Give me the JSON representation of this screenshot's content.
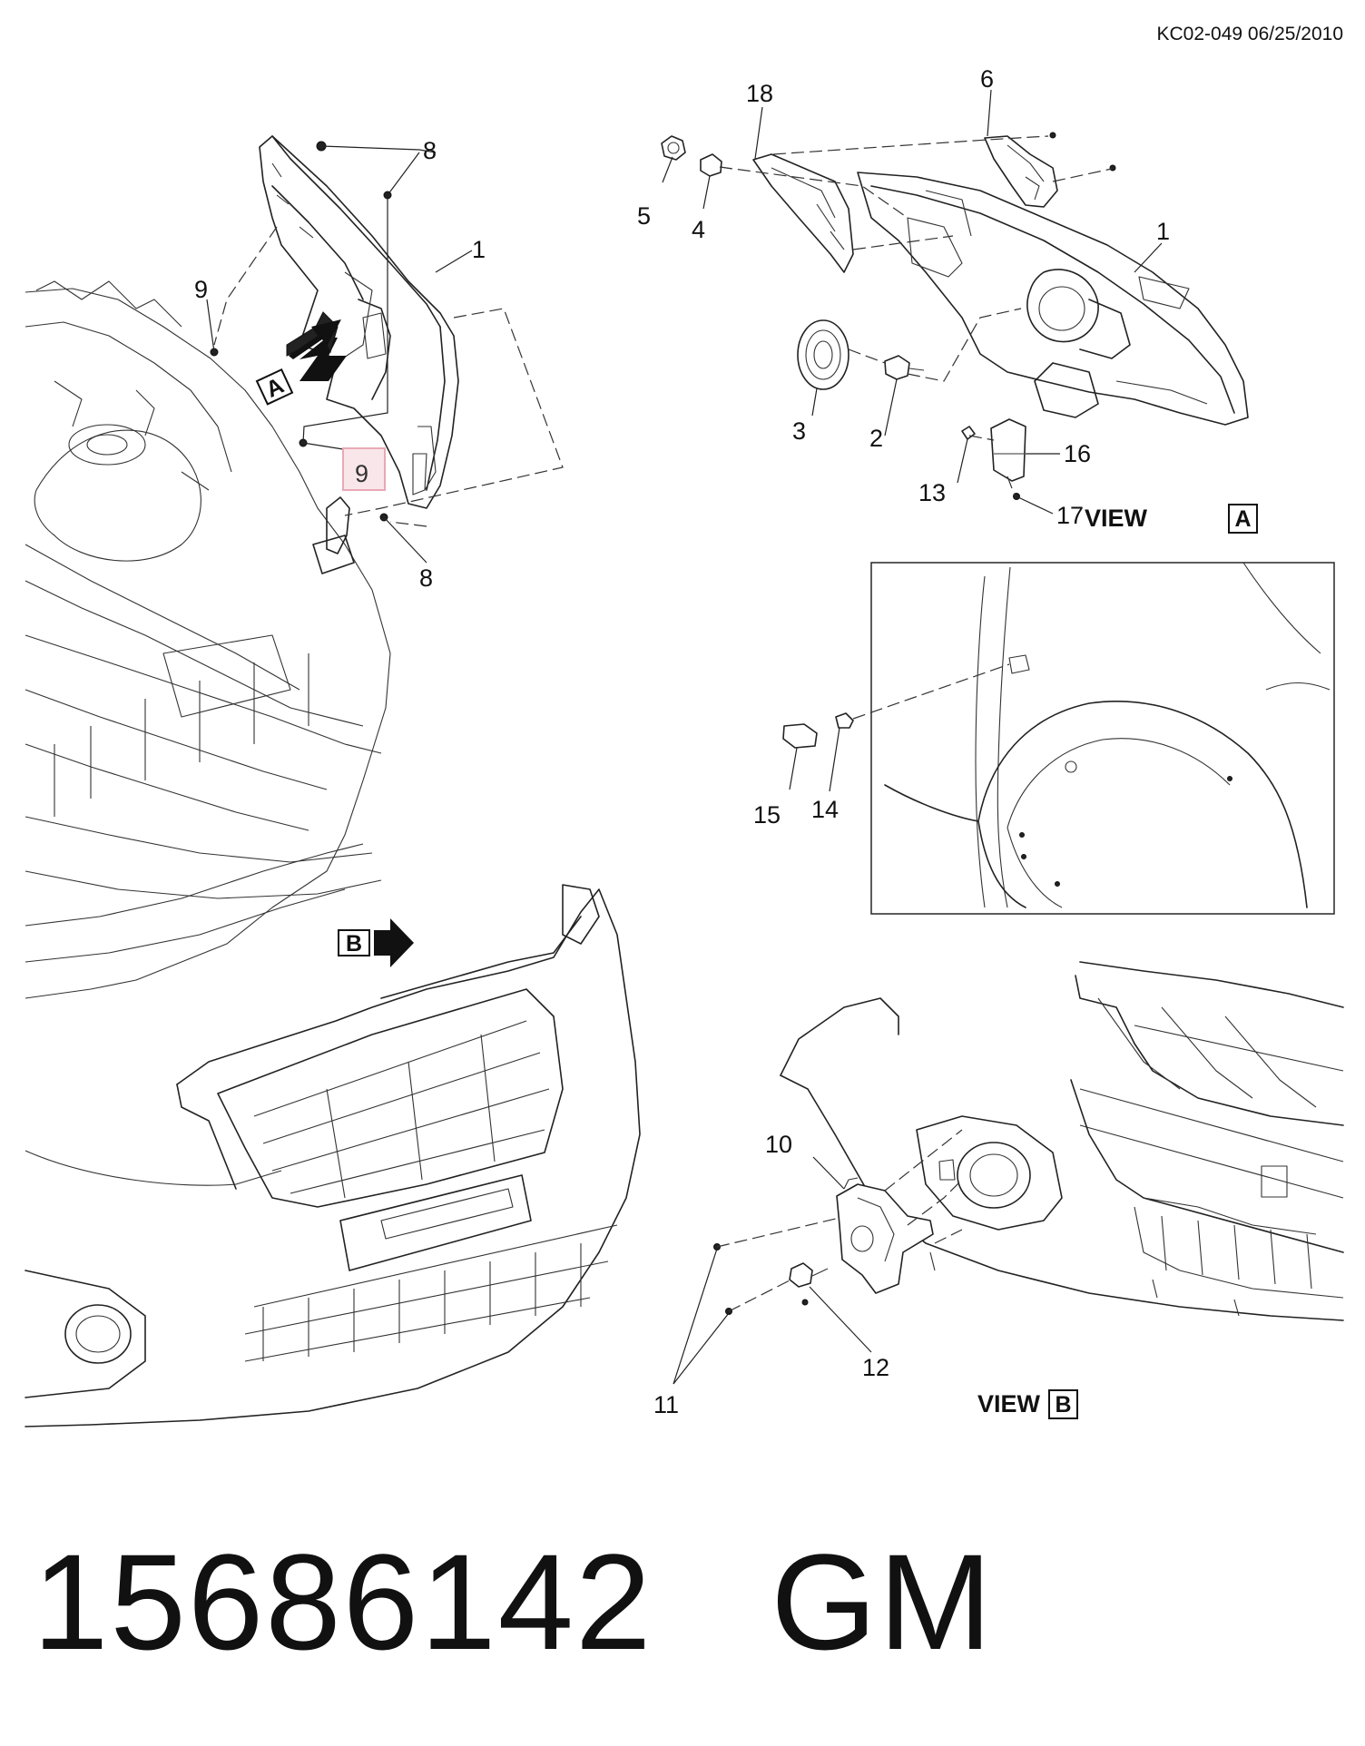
{
  "reference": "KC02-049 06/25/2010",
  "footer": {
    "part_number": "15686142",
    "brand": "GM"
  },
  "views": {
    "view_a": {
      "word": "VIEW",
      "letter": "A"
    },
    "view_b": {
      "word": "VIEW",
      "letter": "B"
    }
  },
  "arrows": {
    "a": "A",
    "b": "B"
  },
  "callouts": {
    "main_8_top": "8",
    "main_1": "1",
    "main_9_left": "9",
    "main_9_highlight": "9",
    "main_8_bottom": "8",
    "a_18": "18",
    "a_6": "6",
    "a_5": "5",
    "a_4": "4",
    "a_1": "1",
    "a_3": "3",
    "a_2": "2",
    "a_16": "16",
    "a_13": "13",
    "a_17": "17",
    "detail_15": "15",
    "detail_14": "14",
    "b_10": "10",
    "b_12": "12",
    "b_11": "11"
  },
  "highlight_color": "#e8a9b4"
}
